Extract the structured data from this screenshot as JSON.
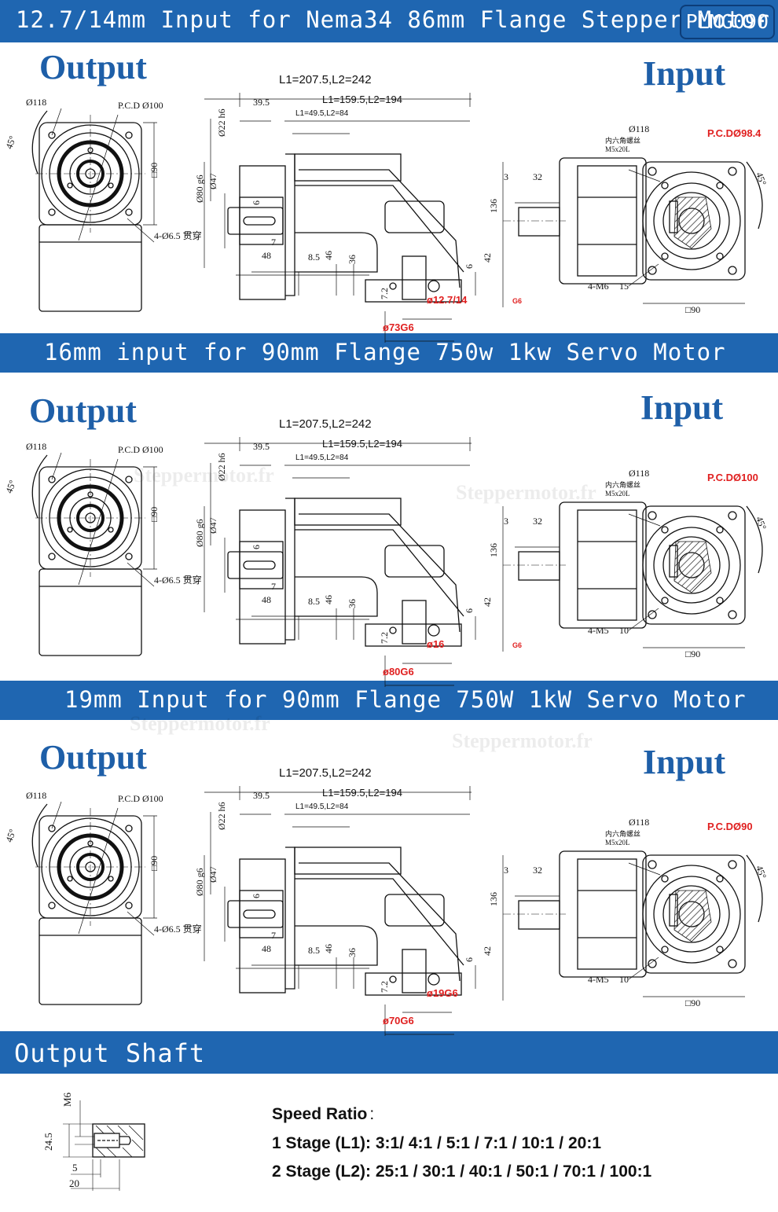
{
  "header1": {
    "title": "12.7/14mm Input for Nema34 86mm Flange Stepper Motor",
    "model": "PLMG090"
  },
  "header2": {
    "title": "16mm input for 90mm Flange 750w 1kw Servo Motor"
  },
  "header3": {
    "title": "19mm Input for 90mm Flange 750W 1kW Servo Motor"
  },
  "header4": {
    "title": "Output Shaft"
  },
  "labels": {
    "output": "Output",
    "input": "Input"
  },
  "watermark": "Steppermotor.fr",
  "views": [
    {
      "input_shaft_dia": "ø12.7/14",
      "input_shaft_tol": "G6",
      "pilot": "ø73G6",
      "pcd_in": "P.C.DØ98.4",
      "screw_in": "4-M6",
      "screw_in_depth": "15"
    },
    {
      "input_shaft_dia": "ø16",
      "input_shaft_tol": "G6",
      "pilot": "ø80G6",
      "pcd_in": "P.C.DØ100",
      "screw_in": "4-M5",
      "screw_in_depth": "10"
    },
    {
      "input_shaft_dia": "ø19G6",
      "input_shaft_tol": "",
      "pilot": "ø70G6",
      "pcd_in": "P.C.DØ90",
      "screw_in": "4-M5",
      "screw_in_depth": "10"
    }
  ],
  "dims": {
    "flange": "Ø118",
    "pcd_out": "P.C.D Ø100",
    "angle": "45°",
    "square": "□90",
    "holes": "4-Ø6.5 贯穿",
    "l_total": "L1=207.5,L2=242",
    "l_mid": "L1=159.5,L2=194",
    "l_small": "L1=49.5,L2=84",
    "d395": "39.5",
    "d22": "Ø22 h6",
    "d80": "Ø80 g6",
    "d47": "Ø47",
    "d6": "6",
    "d7": "7",
    "d48": "48",
    "d85": "8.5",
    "d46": "46",
    "d36": "36",
    "d72": "7.2",
    "d42": "42",
    "d136": "136",
    "d3": "3",
    "d32": "32",
    "hex_screw": "内六角螺丝",
    "hex_screw_size": "M5x20L"
  },
  "shaft": {
    "m6": "M6",
    "d245": "24.5",
    "d5": "5",
    "d20": "20"
  },
  "speed_ratio": {
    "title": "Speed Ratio",
    "colon": ":",
    "stage1": "1 Stage (L1): 3:1/ 4:1 / 5:1 / 7:1 / 10:1 / 20:1",
    "stage2": "2 Stage (L2): 25:1 / 30:1 / 40:1 / 50:1 / 70:1 / 100:1"
  }
}
